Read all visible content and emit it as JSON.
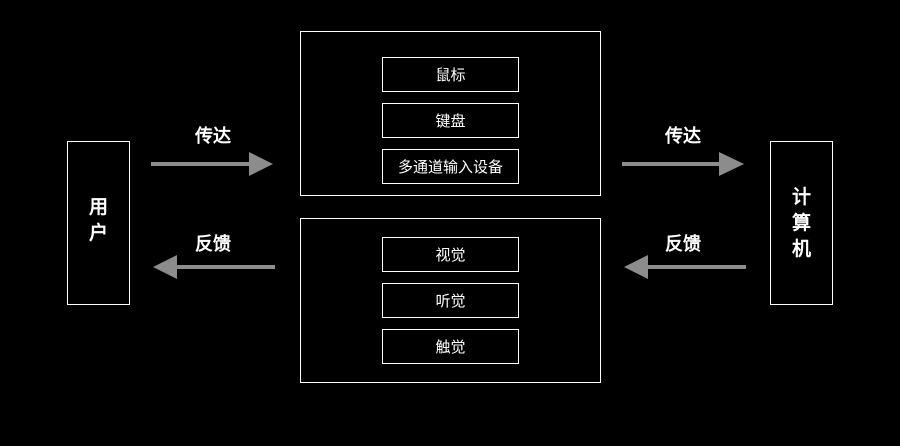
{
  "user_box": {
    "label": "用\n户"
  },
  "computer_box": {
    "label": "计\n算\n机"
  },
  "input_group": {
    "items": [
      {
        "label": "鼠标"
      },
      {
        "label": "键盘"
      },
      {
        "label": "多通道输入设备"
      }
    ]
  },
  "output_group": {
    "items": [
      {
        "label": "视觉"
      },
      {
        "label": "听觉"
      },
      {
        "label": "触觉"
      }
    ]
  },
  "arrows": {
    "user_to_input": {
      "label": "传达"
    },
    "input_to_computer": {
      "label": "传达"
    },
    "output_to_user": {
      "label": "反馈"
    },
    "computer_to_output": {
      "label": "反馈"
    }
  },
  "colors": {
    "background": "#000000",
    "line": "#ffffff",
    "arrow": "#8c8c8c"
  }
}
